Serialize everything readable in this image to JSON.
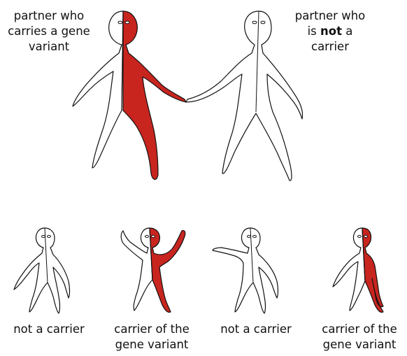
{
  "labels": {
    "parent_left": [
      "partner who",
      "carries a gene",
      "variant"
    ],
    "parent_right": [
      "partner who",
      "is",
      "not",
      "a",
      "carrier"
    ],
    "child_1": [
      "not a carrier"
    ],
    "child_2": [
      "carrier of the",
      "gene variant"
    ],
    "child_3": [
      "not a carrier"
    ],
    "child_4": [
      "carrier of the",
      "gene variant"
    ]
  },
  "figures": {
    "parent_left": {
      "carrier": true
    },
    "parent_right": {
      "carrier": false
    },
    "child_1": {
      "carrier": false
    },
    "child_2": {
      "carrier": true
    },
    "child_3": {
      "carrier": false
    },
    "child_4": {
      "carrier": true
    }
  },
  "colors": {
    "carrier": "#c8251f",
    "outline": "#111111",
    "background": "#ffffff"
  }
}
